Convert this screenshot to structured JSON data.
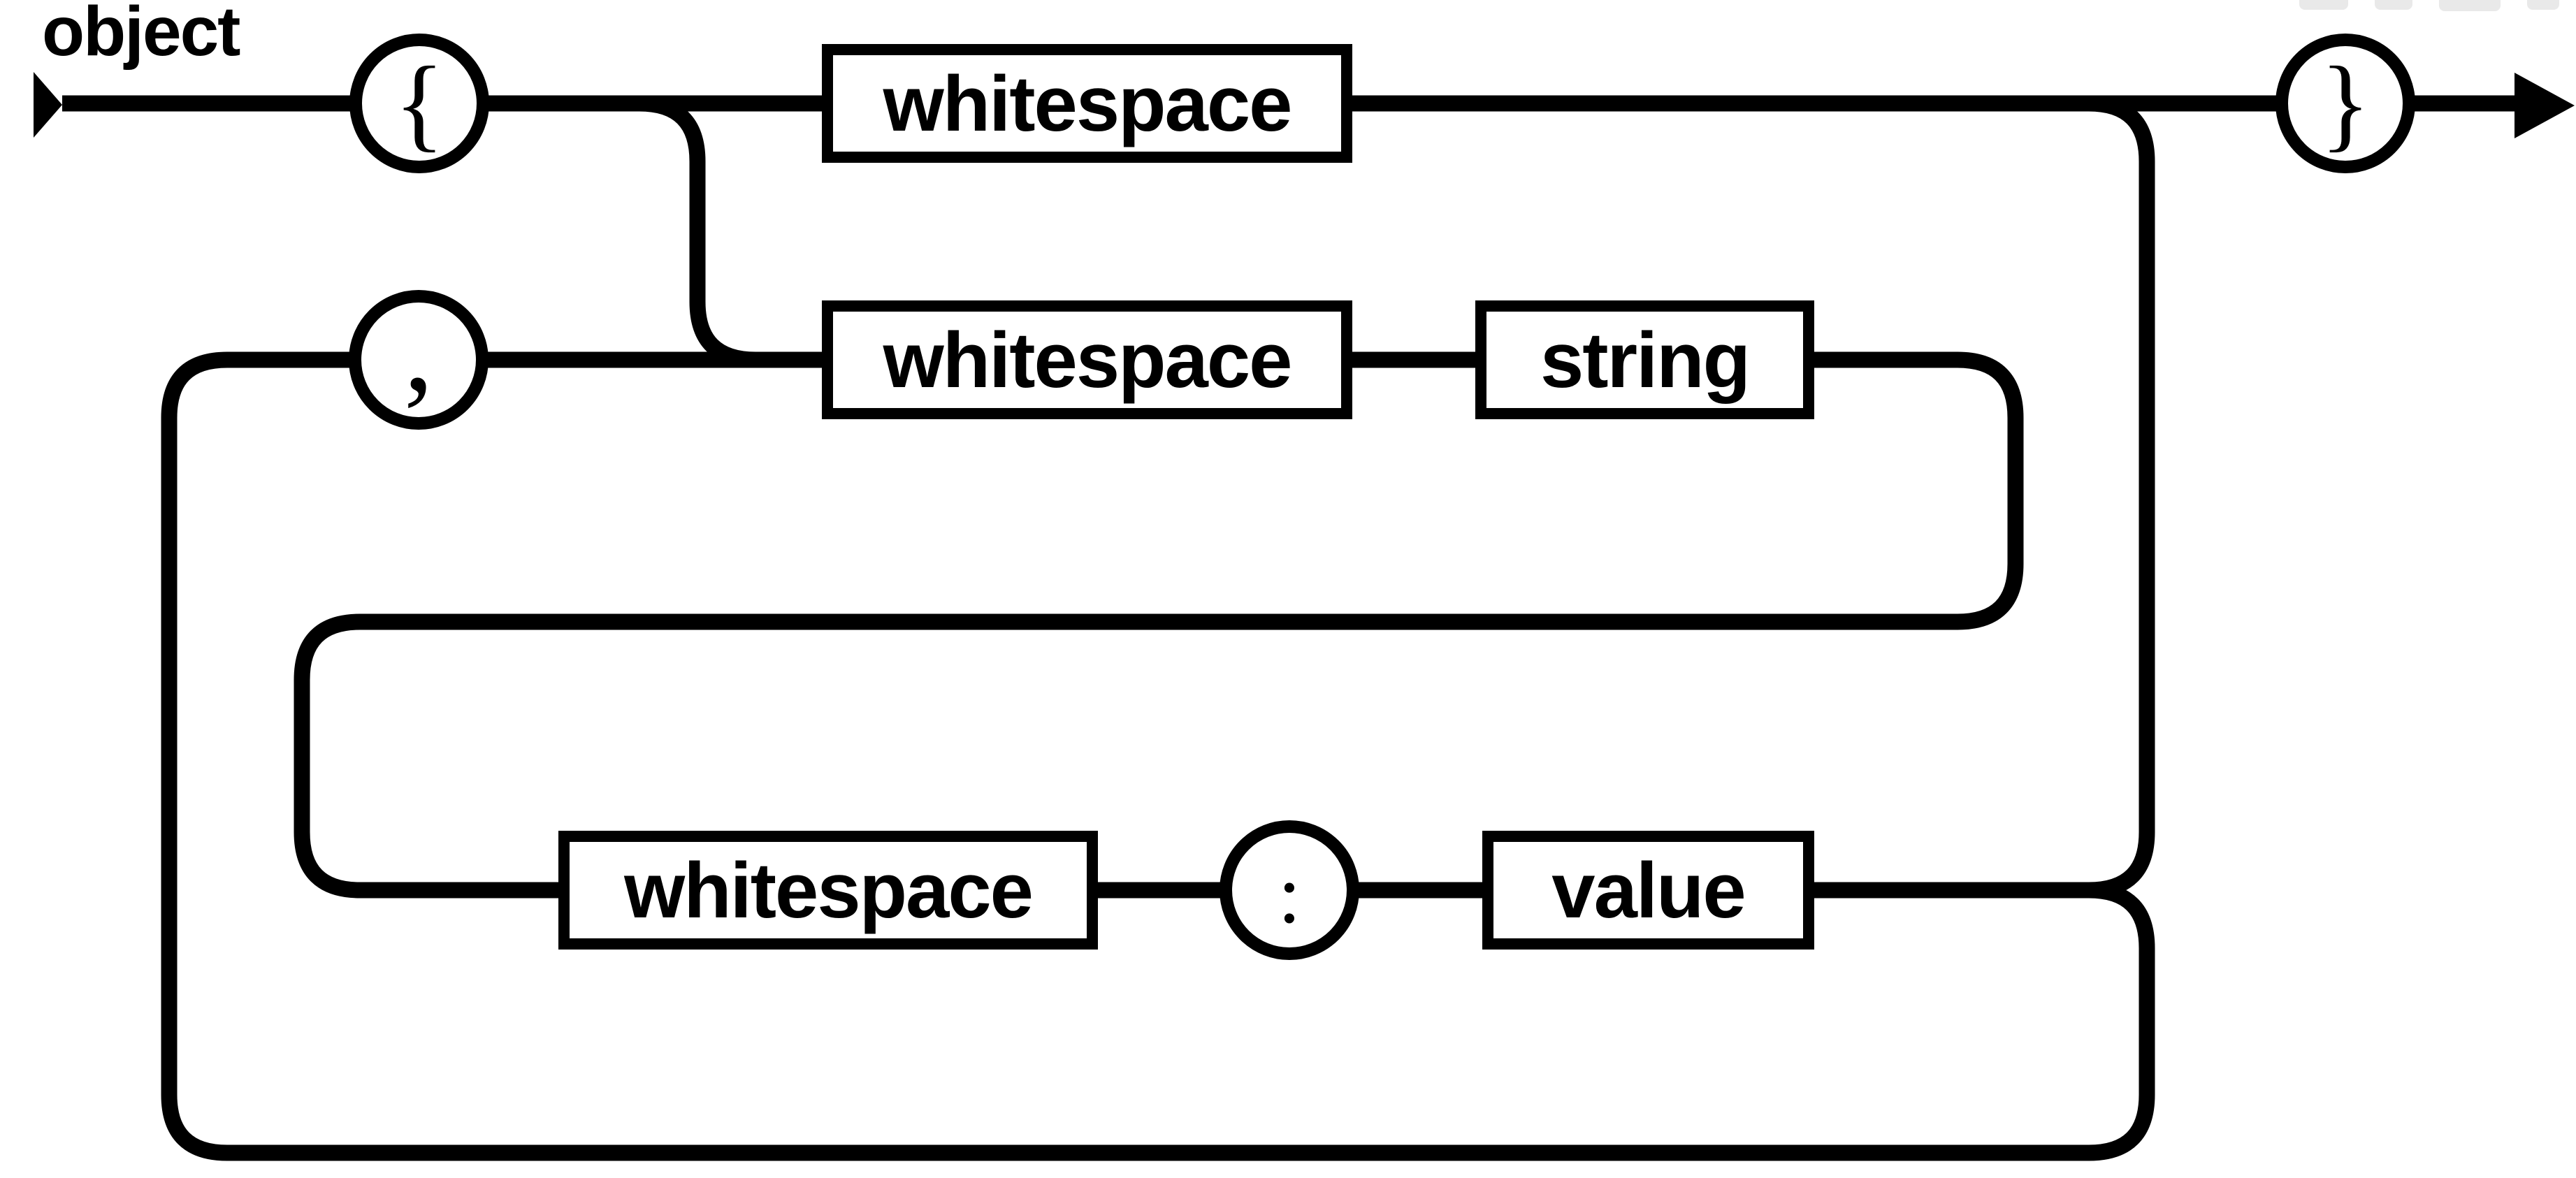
{
  "diagram": {
    "title": "object",
    "nodes": {
      "open_brace": "{",
      "close_brace": "}",
      "comma": ",",
      "colon": ":",
      "ws_top": "whitespace",
      "ws_mid": "whitespace",
      "string_ref": "string",
      "ws_bottom": "whitespace",
      "value_ref": "value"
    },
    "colors": {
      "stroke": "#000000",
      "background": "#ffffff",
      "watermark": "#e9e9e9"
    }
  }
}
